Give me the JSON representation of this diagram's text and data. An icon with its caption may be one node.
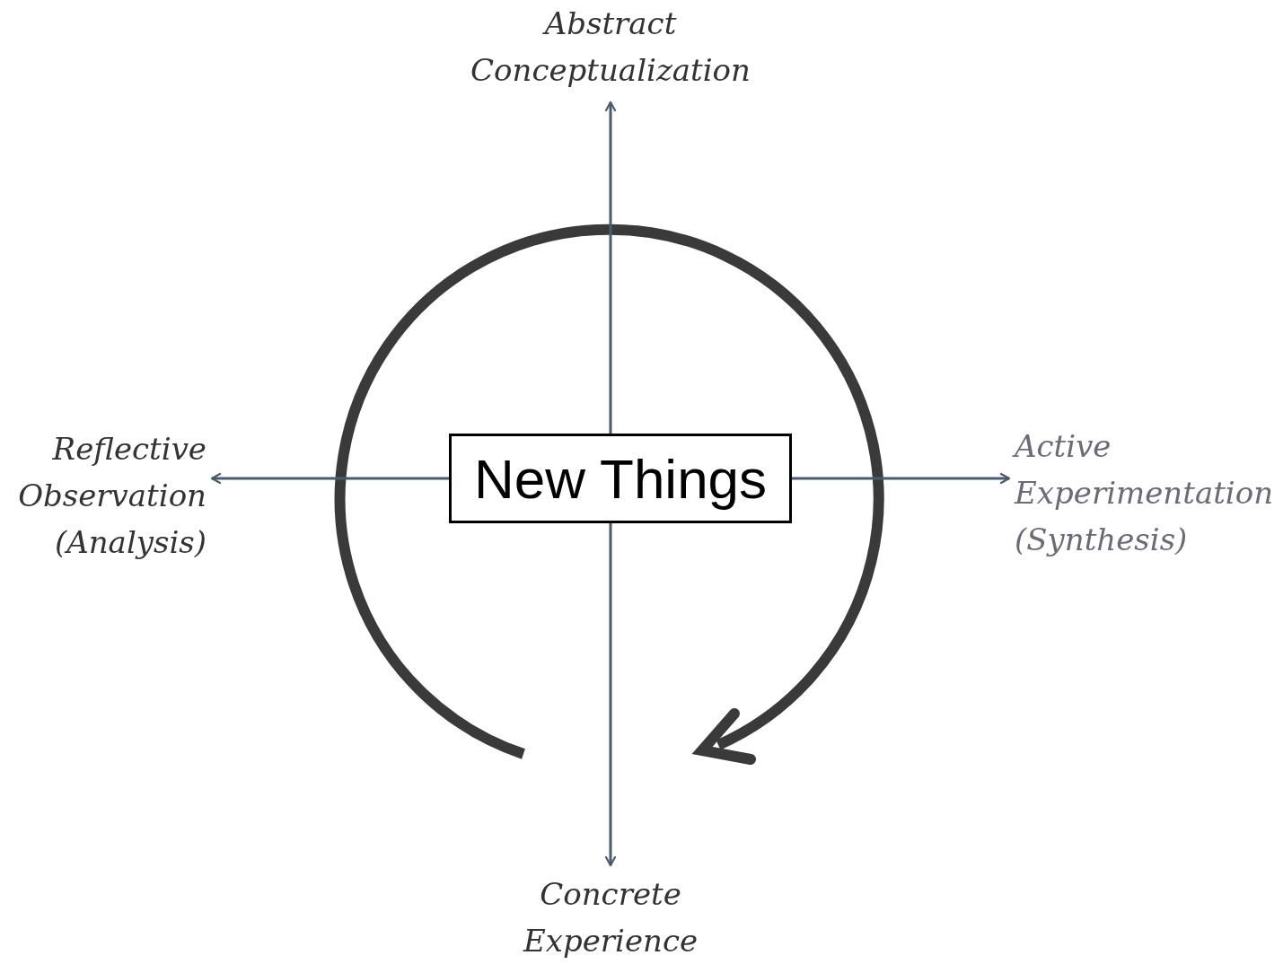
{
  "diagram": {
    "nodes": [
      {
        "text": [
          "New Things"
        ]
      },
      {
        "text": [
          "Abstract Conceptualization"
        ]
      },
      {
        "text": [
          "Reflective Observation (Analysis)"
        ]
      },
      {
        "text": [
          "Active Experimentation (Synthesis)"
        ]
      },
      {
        "text": [
          "Concrete Experience"
        ]
      }
    ],
    "edges": [
      {
        "from": 0,
        "to": 1,
        "arrow": "to"
      },
      {
        "from": 0,
        "to": 2,
        "arrow": "to"
      },
      {
        "from": 0,
        "to": 3,
        "arrow": "to"
      },
      {
        "from": 0,
        "to": 4,
        "arrow": "to"
      }
    ]
  }
}
